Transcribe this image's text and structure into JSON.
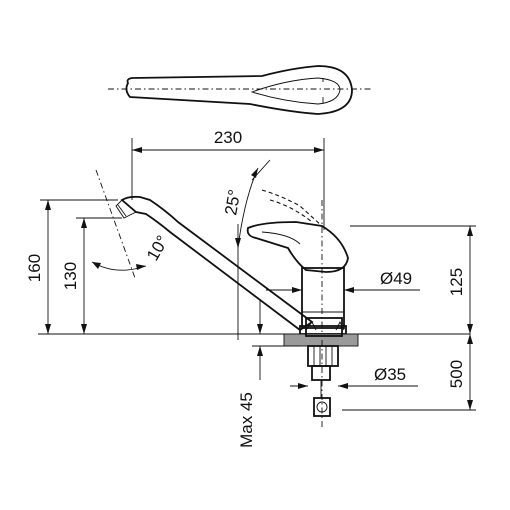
{
  "drawing": {
    "dimensions": {
      "spout_reach": "230",
      "total_height": "160",
      "spout_height": "130",
      "body_height": "125",
      "spout_angle": "10°",
      "lever_angle": "25°",
      "body_diameter": "Ø49",
      "mount_diameter": "Ø35",
      "hose_length": "500",
      "max_thickness": "Max 45"
    }
  }
}
